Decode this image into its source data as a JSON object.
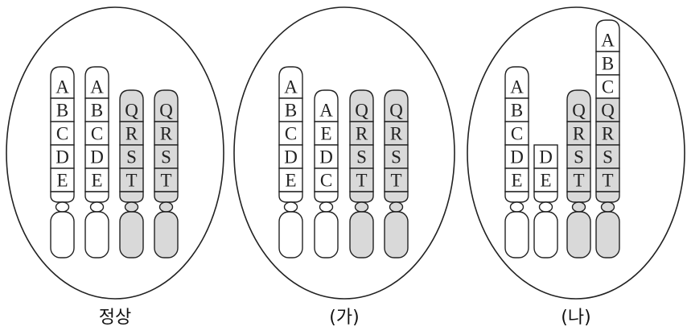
{
  "panels": [
    {
      "label": "정상",
      "chromosomes": [
        {
          "genes": [
            "A",
            "B",
            "C",
            "D",
            "E"
          ],
          "shaded": [
            false,
            false,
            false,
            false,
            false
          ],
          "lower_shaded": false,
          "flat_top": false
        },
        {
          "genes": [
            "A",
            "B",
            "C",
            "D",
            "E"
          ],
          "shaded": [
            false,
            false,
            false,
            false,
            false
          ],
          "lower_shaded": false,
          "flat_top": false
        },
        {
          "genes": [
            "Q",
            "R",
            "S",
            "T"
          ],
          "shaded": [
            true,
            true,
            true,
            true
          ],
          "lower_shaded": true,
          "flat_top": false
        },
        {
          "genes": [
            "Q",
            "R",
            "S",
            "T"
          ],
          "shaded": [
            true,
            true,
            true,
            true
          ],
          "lower_shaded": true,
          "flat_top": false
        }
      ]
    },
    {
      "label": "(가)",
      "chromosomes": [
        {
          "genes": [
            "A",
            "B",
            "C",
            "D",
            "E"
          ],
          "shaded": [
            false,
            false,
            false,
            false,
            false
          ],
          "lower_shaded": false,
          "flat_top": false
        },
        {
          "genes": [
            "A",
            "E",
            "D",
            "C"
          ],
          "shaded": [
            false,
            false,
            false,
            false
          ],
          "lower_shaded": false,
          "flat_top": false
        },
        {
          "genes": [
            "Q",
            "R",
            "S",
            "T"
          ],
          "shaded": [
            true,
            true,
            true,
            true
          ],
          "lower_shaded": true,
          "flat_top": false
        },
        {
          "genes": [
            "Q",
            "R",
            "S",
            "T"
          ],
          "shaded": [
            true,
            true,
            true,
            true
          ],
          "lower_shaded": true,
          "flat_top": false
        }
      ]
    },
    {
      "label": "(나)",
      "chromosomes": [
        {
          "genes": [
            "A",
            "B",
            "C",
            "D",
            "E"
          ],
          "shaded": [
            false,
            false,
            false,
            false,
            false
          ],
          "lower_shaded": false,
          "flat_top": false
        },
        {
          "genes": [
            "D",
            "E"
          ],
          "shaded": [
            false,
            false
          ],
          "lower_shaded": false,
          "flat_top": true
        },
        {
          "genes": [
            "Q",
            "R",
            "S",
            "T"
          ],
          "shaded": [
            true,
            true,
            true,
            true
          ],
          "lower_shaded": true,
          "flat_top": false
        },
        {
          "genes": [
            "A",
            "B",
            "C",
            "Q",
            "R",
            "S",
            "T"
          ],
          "shaded": [
            false,
            false,
            false,
            true,
            true,
            true,
            true
          ],
          "lower_shaded": true,
          "flat_top": false
        }
      ]
    }
  ],
  "colors": {
    "shade": "#d9d9d9",
    "line": "#222222"
  }
}
